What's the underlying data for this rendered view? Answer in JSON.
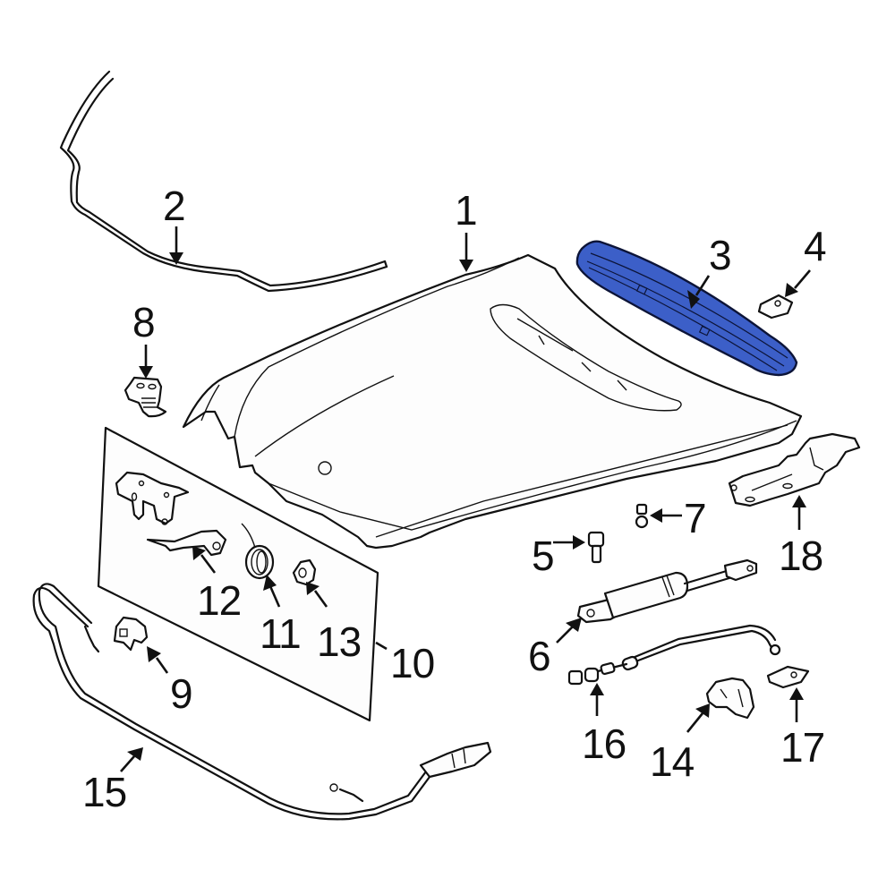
{
  "diagram": {
    "title": "Hood components exploded view",
    "highlight_color": "#3c5fc8",
    "highlighted_part": "3",
    "callouts": [
      {
        "id": "1",
        "label": "1",
        "part": "hood-panel"
      },
      {
        "id": "2",
        "label": "2",
        "part": "hood-seal"
      },
      {
        "id": "3",
        "label": "3",
        "part": "hood-front-seal-highlighted"
      },
      {
        "id": "4",
        "label": "4",
        "part": "clip"
      },
      {
        "id": "5",
        "label": "5",
        "part": "bumper-stop"
      },
      {
        "id": "6",
        "label": "6",
        "part": "lift-support-strut"
      },
      {
        "id": "7",
        "label": "7",
        "part": "ball-stud"
      },
      {
        "id": "8",
        "label": "8",
        "part": "adjuster-bumper"
      },
      {
        "id": "9",
        "label": "9",
        "part": "cable-clip"
      },
      {
        "id": "10",
        "label": "10",
        "part": "latch-kit"
      },
      {
        "id": "11",
        "label": "11",
        "part": "spring"
      },
      {
        "id": "12",
        "label": "12",
        "part": "safety-catch-lever"
      },
      {
        "id": "13",
        "label": "13",
        "part": "nut"
      },
      {
        "id": "14",
        "label": "14",
        "part": "cable-guide"
      },
      {
        "id": "15",
        "label": "15",
        "part": "release-cable"
      },
      {
        "id": "16",
        "label": "16",
        "part": "cable-end-fitting"
      },
      {
        "id": "17",
        "label": "17",
        "part": "clip-nut"
      },
      {
        "id": "18",
        "label": "18",
        "part": "hinge"
      }
    ]
  }
}
